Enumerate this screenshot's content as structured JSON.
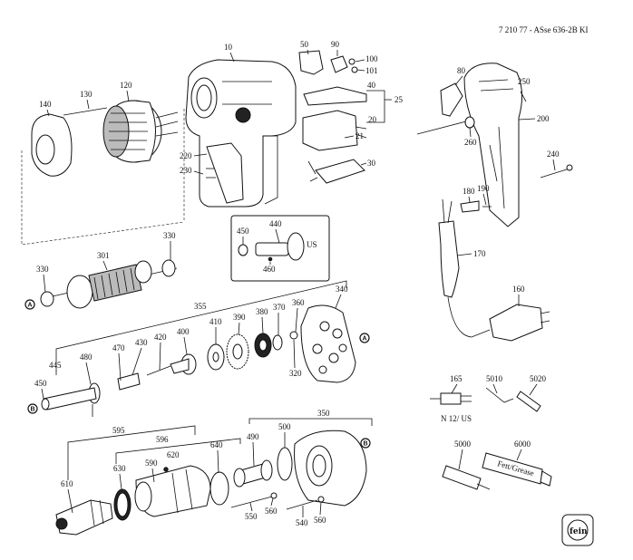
{
  "doc_code": "7 210 77 - ASse 636-2B KI",
  "labels": {
    "p10": "10",
    "p50": "50",
    "p90": "90",
    "p100": "100",
    "p101": "101",
    "p40": "40",
    "p25": "25",
    "p20": "20",
    "p21": "21",
    "p30": "30",
    "p120": "120",
    "p130": "130",
    "p140": "140",
    "p220": "220",
    "p230": "230",
    "p440": "440",
    "p450": "450",
    "p460": "460",
    "us1": "US",
    "p301": "301",
    "p330a": "330",
    "p330b": "330",
    "p355": "355",
    "p340": "340",
    "p360": "360",
    "p370": "370",
    "p380": "380",
    "p390": "390",
    "p410": "410",
    "p400": "400",
    "p420": "420",
    "p430": "430",
    "p470": "470",
    "p480": "480",
    "p445": "445",
    "p450b": "450",
    "p320": "320",
    "p595": "595",
    "p596": "596",
    "p620": "620",
    "p640": "640",
    "p610": "610",
    "p630": "630",
    "p590": "590",
    "p350": "350",
    "p500": "500",
    "p490": "490",
    "p550": "550",
    "p560a": "560",
    "p540": "540",
    "p560b": "560",
    "p80": "80",
    "p250": "250",
    "p200": "200",
    "p260": "260",
    "p240": "240",
    "p180": "180",
    "p190": "190",
    "p170": "170",
    "p160": "160",
    "p165": "165",
    "p5010": "5010",
    "p5020": "5020",
    "p5000": "5000",
    "p6000": "6000",
    "n12us": "N 12/ US",
    "markerA": "A",
    "markerB": "B",
    "tube_text": "Fett/Grease"
  },
  "logo": {
    "text": "fein",
    "name": "fein-logo"
  }
}
